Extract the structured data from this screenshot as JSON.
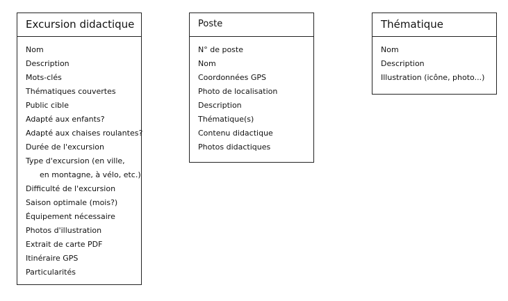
{
  "entities": [
    {
      "title": "Excursion didactique",
      "attributes": [
        "Nom",
        "Description",
        "Mots-clés",
        "Thématiques couvertes",
        "Public cible",
        "Adapté aux enfants?",
        "Adapté aux chaises roulantes?",
        "Durée de l'excursion",
        "Type d'excursion (en ville,",
        "en montagne, à vélo, etc.)",
        "Difficulté de l'excursion",
        "Saison optimale (mois?)",
        "Équipement nécessaire",
        "Photos d'illustration",
        "Extrait de carte PDF",
        "Itinéraire GPS",
        "Particularités"
      ]
    },
    {
      "title": "Poste",
      "attributes": [
        "N° de poste",
        "Nom",
        "Coordonnées GPS",
        "Photo de localisation",
        "Description",
        "Thématique(s)",
        "Contenu didactique",
        "Photos didactiques"
      ]
    },
    {
      "title": "Thématique",
      "attributes": [
        "Nom",
        "Description",
        "Illustration (icône, photo...)"
      ]
    }
  ]
}
